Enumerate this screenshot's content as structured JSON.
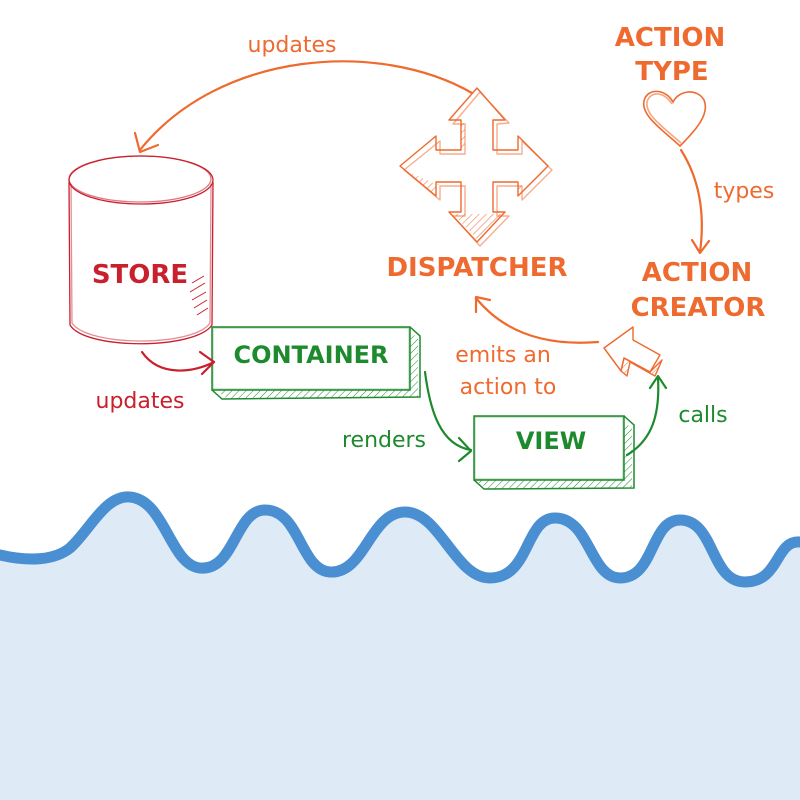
{
  "colors": {
    "orange": "#ee6a2f",
    "red": "#c8202c",
    "green": "#1e8a2e",
    "water_line": "#4a8fd2",
    "water_fill": "#deebf7",
    "background": "#ffffff"
  },
  "nodes": {
    "store": {
      "label": "STORE",
      "icon": "cylinder-icon"
    },
    "container": {
      "label": "CONTAINER",
      "icon": "box-icon"
    },
    "view": {
      "label": "VIEW",
      "icon": "box-icon"
    },
    "dispatcher": {
      "label": "DISPATCHER",
      "icon": "four-way-arrows-icon"
    },
    "action_type": {
      "label_line1": "ACTION",
      "label_line2": "TYPE",
      "icon": "heart-icon"
    },
    "action_creator": {
      "label_line1": "ACTION",
      "label_line2": "CREATOR",
      "icon": "cursor-arrow-icon"
    }
  },
  "edges": {
    "dispatcher_to_store": "updates",
    "store_to_container": "updates",
    "container_to_view": "renders",
    "view_to_action_creator": "calls",
    "action_creator_to_dispatcher_line1": "emits an",
    "action_creator_to_dispatcher_line2": "action to",
    "action_type_to_action_creator": "types"
  }
}
